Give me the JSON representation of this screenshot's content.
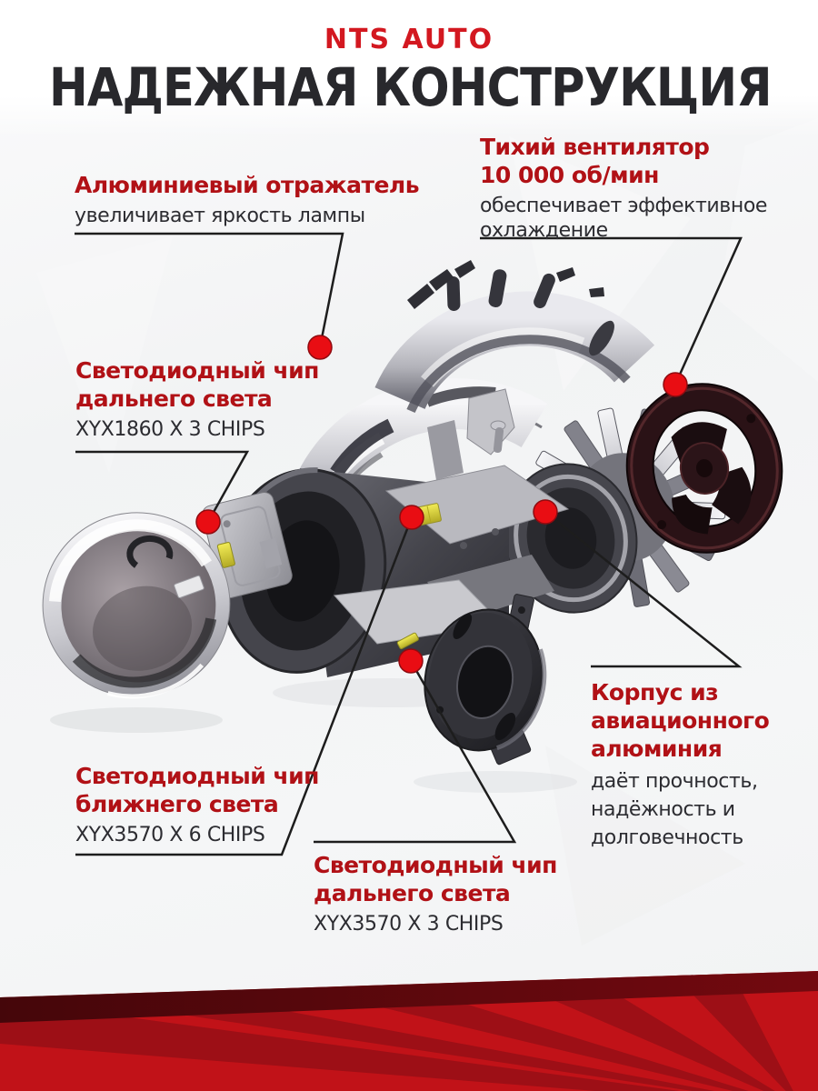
{
  "brand": "NTS AUTO",
  "title": "НАДЕЖНАЯ КОНСТРУКЦИЯ",
  "colors": {
    "logo_red": "#d31820",
    "heading_red": "#b11116",
    "dot_red": "#e90d13",
    "leader_line": "#1d1d1d",
    "text_dark": "#2c2c31",
    "band_red": "#c11218",
    "band_ray_dark": "#9d0f16",
    "band_maroon": "#4a070b"
  },
  "callouts": [
    {
      "name": "aluminum-reflector",
      "heading_lines": [
        "Алюминиевый отражатель"
      ],
      "body_lines": [
        "увеличивает яркость лампы"
      ]
    },
    {
      "name": "quiet-fan",
      "heading_lines": [
        "Тихий вентилятор",
        "10 000 об/мин"
      ],
      "body_lines": [
        "обеспечивает эффективное",
        "охлаждение"
      ]
    },
    {
      "name": "high-beam-chip-left",
      "heading_lines": [
        "Светодиодный чип",
        "дальнего света"
      ],
      "body_lines": [
        "XYX1860 X 3 CHIPS"
      ]
    },
    {
      "name": "low-beam-chip",
      "heading_lines": [
        "Светодиодный чип",
        "ближнего света"
      ],
      "body_lines": [
        "XYX3570 X 6 CHIPS"
      ]
    },
    {
      "name": "high-beam-chip-bottom",
      "heading_lines": [
        "Светодиодный чип",
        "дальнего света"
      ],
      "body_lines": [
        "XYX3570 X 3 CHIPS"
      ]
    },
    {
      "name": "aluminum-housing",
      "heading_lines": [
        "Корпус из",
        "авиационного",
        "алюминия"
      ],
      "body_lines": [
        "даёт прочность,",
        "надёжность и",
        "долговечность"
      ]
    }
  ],
  "diagram_part_icons": [
    "projector-lens",
    "high-beam-led-plate",
    "projector-barrel",
    "led-board-chip",
    "chrome-shell-top",
    "chrome-shell-front",
    "aluminum-heatsink",
    "cooling-fan",
    "mount-adapter-plate",
    "low-beam-led-chip"
  ]
}
